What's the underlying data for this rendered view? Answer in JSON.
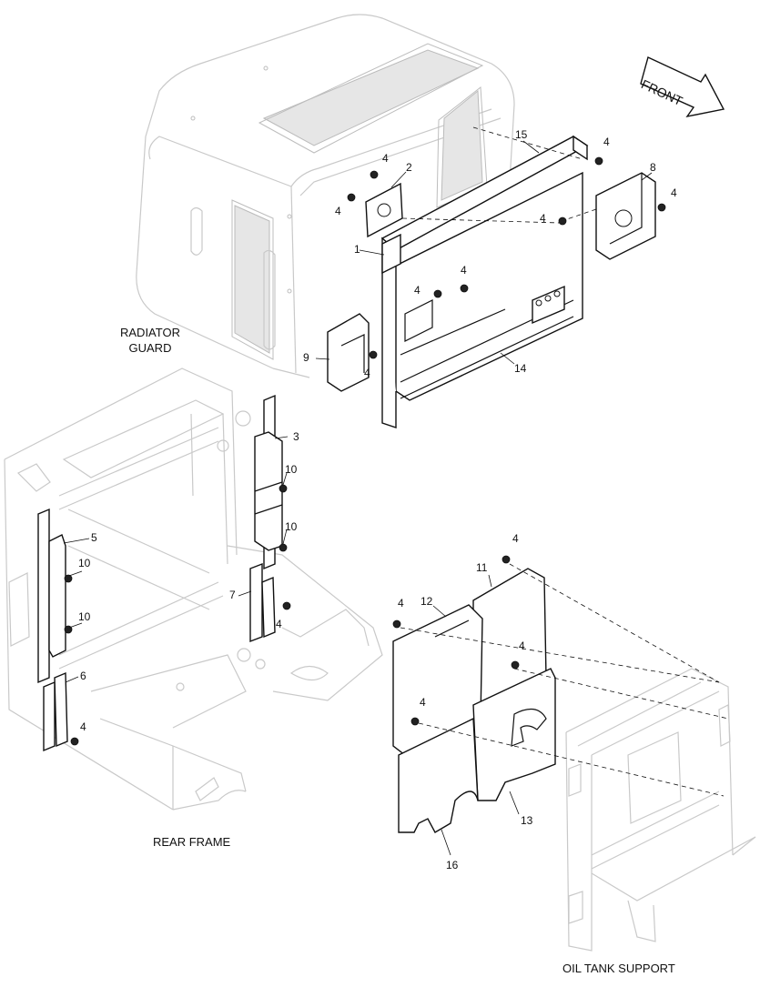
{
  "areas": {
    "radiator_guard": [
      "RADIATOR",
      "GUARD"
    ],
    "rear_frame": "REAR FRAME",
    "oil_tank_support": "OIL TANK SUPPORT"
  },
  "direction_arrow": "FRONT",
  "callouts": {
    "c1": "1",
    "c2": "2",
    "c3": "3",
    "c4": "4",
    "c5": "5",
    "c6": "6",
    "c7": "7",
    "c8": "8",
    "c9": "9",
    "c10": "10",
    "c11": "11",
    "c12": "12",
    "c13": "13",
    "c14": "14",
    "c15": "15",
    "c16": "16"
  }
}
